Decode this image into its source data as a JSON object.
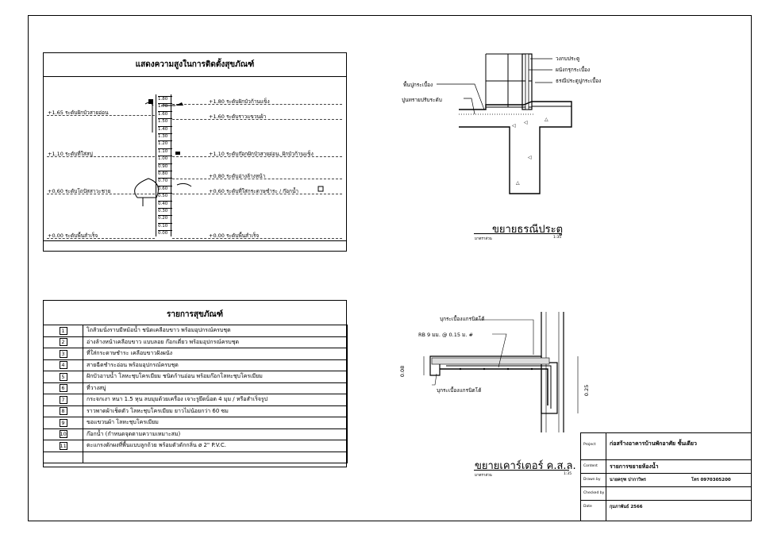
{
  "height_panel": {
    "title": "แสดงความสูงในการติดตั้งสุขภัณฑ์",
    "scale_ticks": [
      "1.80",
      "1.70",
      "1.60",
      "1.50",
      "1.40",
      "1.30",
      "1.20",
      "1.10",
      "1.00",
      "0.90",
      "0.80",
      "0.70",
      "0.60",
      "0.50",
      "0.40",
      "0.30",
      "0.20",
      "0.10",
      "0.00"
    ],
    "left_labels": [
      {
        "text": "+1.65 ระดับฝักบัวสายอ่อน",
        "y": 1.65
      },
      {
        "text": "+1.10 ระดับที่ใส่สบู่",
        "y": 1.1
      },
      {
        "text": "+0.60 ระดับโถปัสสาวะชาย",
        "y": 0.6
      },
      {
        "text": "+0.00 ระดับพื้นสำเร็จ",
        "y": 0.0
      }
    ],
    "right_labels": [
      {
        "text": "+1.80 ระดับฝักบัวก้านแข็ง",
        "y": 1.8
      },
      {
        "text": "+1.60 ระดับราวแขวนผ้า",
        "y": 1.6
      },
      {
        "text": "+1.10 ระดับก๊อกฝักบัวสายอ่อน, ฝักบัวก้านแข็ง",
        "y": 1.1
      },
      {
        "text": "+0.80 ระดับอ่างล้างหน้า",
        "y": 0.8
      },
      {
        "text": "+0.60 ระดับที่ใส่กระดาษชำระ / ก๊อกน้ำ",
        "y": 0.6
      },
      {
        "text": "+0.00 ระดับพื้นสำเร็จ",
        "y": 0.0
      }
    ]
  },
  "items_panel": {
    "title": "รายการสุขภัณฑ์",
    "rows": [
      {
        "num": "1",
        "text": "โถส้วมนั่งราบมีหม้อน้ำ ชนิดเคลือบขาว พร้อมอุปกรณ์ครบชุด"
      },
      {
        "num": "2",
        "text": "อ่างล้างหน้าเคลือบขาว แบบลอย ก๊อกเดี่ยว พร้อมอุปกรณ์ครบชุด"
      },
      {
        "num": "3",
        "text": "ที่ใส่กระดาษชำระ เคลือบขาวฝังผนัง"
      },
      {
        "num": "4",
        "text": "สายฉีดชำระอ่อน พร้อมอุปกรณ์ครบชุด"
      },
      {
        "num": "5",
        "text": "ฝักบัวอาบน้ำ โลหะชุบโครเมียม ชนิดก้านอ่อน พร้อมก๊อกโลหะชุบโครเมียม"
      },
      {
        "num": "6",
        "text": "ที่วางสบู่"
      },
      {
        "num": "7",
        "text": "กระจกเงา หนา 1.5 หุน ลบมุมด้วยเครื่อง เจาะรูยึดน็อต 4 มุม / หรือสำเร็จรูป"
      },
      {
        "num": "8",
        "text": "ราวพาดผ้าเช็ดตัว โลหะชุบโครเมียม ยาวไม่น้อยกว่า 60 ซม"
      },
      {
        "num": "9",
        "text": "ขอแขวนผ้า โลหะชุบโครเมียม"
      },
      {
        "num": "10",
        "text": "ก๊อกน้ำ (กำหนดจุดตามความเหมาะสม)"
      },
      {
        "num": "11",
        "text": "ตะแกรงดักผงที่พื้นแบบลูกถ้วย พร้อมตัวดักกลิ่น ø 2\" P.V.C."
      }
    ]
  },
  "door_detail": {
    "labels": [
      "วงกบประตู",
      "ผนังกรุกระเบื้อง",
      "ธรณีประตูปูกระเบื้อง",
      "พื้นปูกระเบื้อง",
      "ปูนทรายปรับระดับ"
    ],
    "title": "ขยายธรณีประตู",
    "scale_label": "มาตราส่วน",
    "scale": "1:35"
  },
  "curb_detail": {
    "label_top": "บุกระเบื้องแกรนิตโต้",
    "rebar": "RB 9 มม. @ 0.15 ม. #",
    "label_bottom": "บุกระเบื้องแกรนิตโต้",
    "dim_left": "0.08",
    "dim_right": "0.25",
    "title": "ขยายเคาร์เตอร์ ค.ส.ล.",
    "scale_label": "มาตราส่วน",
    "scale": "1:35"
  },
  "title_block": {
    "project_key": "Project",
    "project": "ก่อสร้างอาคารบ้านพักอาศัย ชั้นเดียว",
    "content_key": "Content",
    "content": "รายการขยายห้องน้ำ",
    "drawn_key": "Drawn by",
    "drawn": "นายครุฑ ปากาวิพร",
    "phone": "โทร 0970305200",
    "checked_key": "Checked by",
    "checked": "",
    "date_key": "Date",
    "date": "กุมภาพันธ์ 2566"
  }
}
